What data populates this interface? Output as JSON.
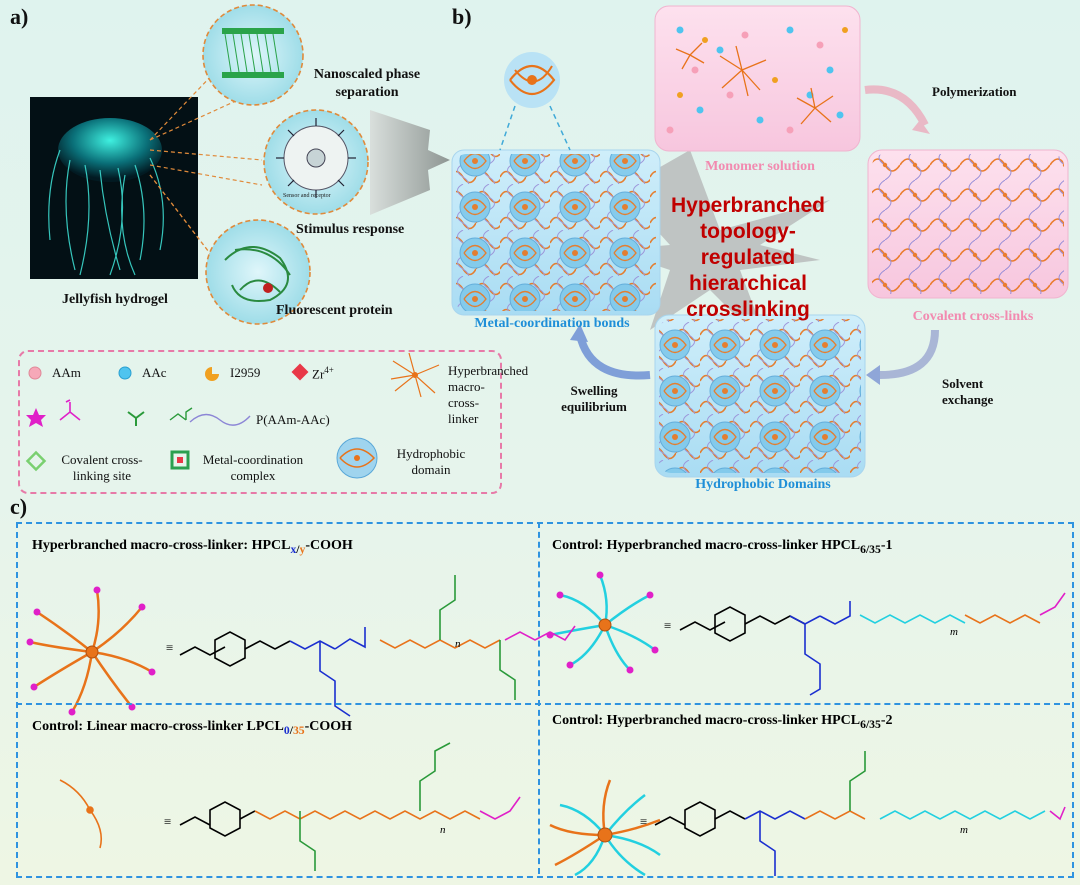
{
  "panel_a": {
    "letter": "a)",
    "caption": "Jellyfish hydrogel",
    "labels": {
      "phase": "Nanoscaled phase separation",
      "stimulus": "Stimulus response",
      "fluorescent": "Fluorescent protein",
      "sensor": "Sensor and receptor"
    }
  },
  "panel_b": {
    "letter": "b)",
    "center_title": "Hyperbranched topology-regulated hierarchical crosslinking",
    "monomer": "Monomer solution",
    "covalent": "Covalent cross-links",
    "hydrophobic": "Hydrophobic Domains",
    "metal": "Metal-coordination bonds",
    "polymerization": "Polymerization",
    "solvent": "Solvent exchange",
    "swelling": "Swelling equilibrium"
  },
  "legend": {
    "aam": "AAm",
    "aac": "AAc",
    "i2959": "I2959",
    "zr": "Zr",
    "zr_sup": "4+",
    "hyper": "Hyperbranched macro-cross-linker",
    "paam": "P(AAm-AAc)",
    "covalent_site": "Covalent cross-linking site",
    "metal_complex": "Metal-coordination complex",
    "hydrophobic": "Hydrophobic domain"
  },
  "panel_c": {
    "letter": "c)",
    "box1": {
      "prefix": "Hyperbranched macro-cross-linker: HPCL",
      "sub_x": "x",
      "sub_sep": "/",
      "sub_y": "y",
      "suffix": "-COOH"
    },
    "box2": {
      "prefix": "Control:  Hyperbranched macro-cross-linker HPCL",
      "sub": "6/35",
      "suffix": "-1"
    },
    "box3": {
      "prefix": "Control: Linear macro-cross-linker LPCL",
      "sub_x": "0",
      "sub_sep": "/",
      "sub_y": "35",
      "suffix": "-COOH"
    },
    "box4": {
      "prefix": "Control:  Hyperbranched macro-cross-linker HPCL",
      "sub": "6/35",
      "suffix": "-2"
    },
    "equiv": "≡",
    "n": "n",
    "m": "m"
  },
  "colors": {
    "orange": "#e8731a",
    "green": "#2a9a3a",
    "blue_chain": "#1b2fd0",
    "magenta": "#e020c8",
    "cyan": "#22d0e0",
    "title_red": "#c00000",
    "label_blue": "#1f8fd8",
    "label_pink": "#f28ab0"
  }
}
